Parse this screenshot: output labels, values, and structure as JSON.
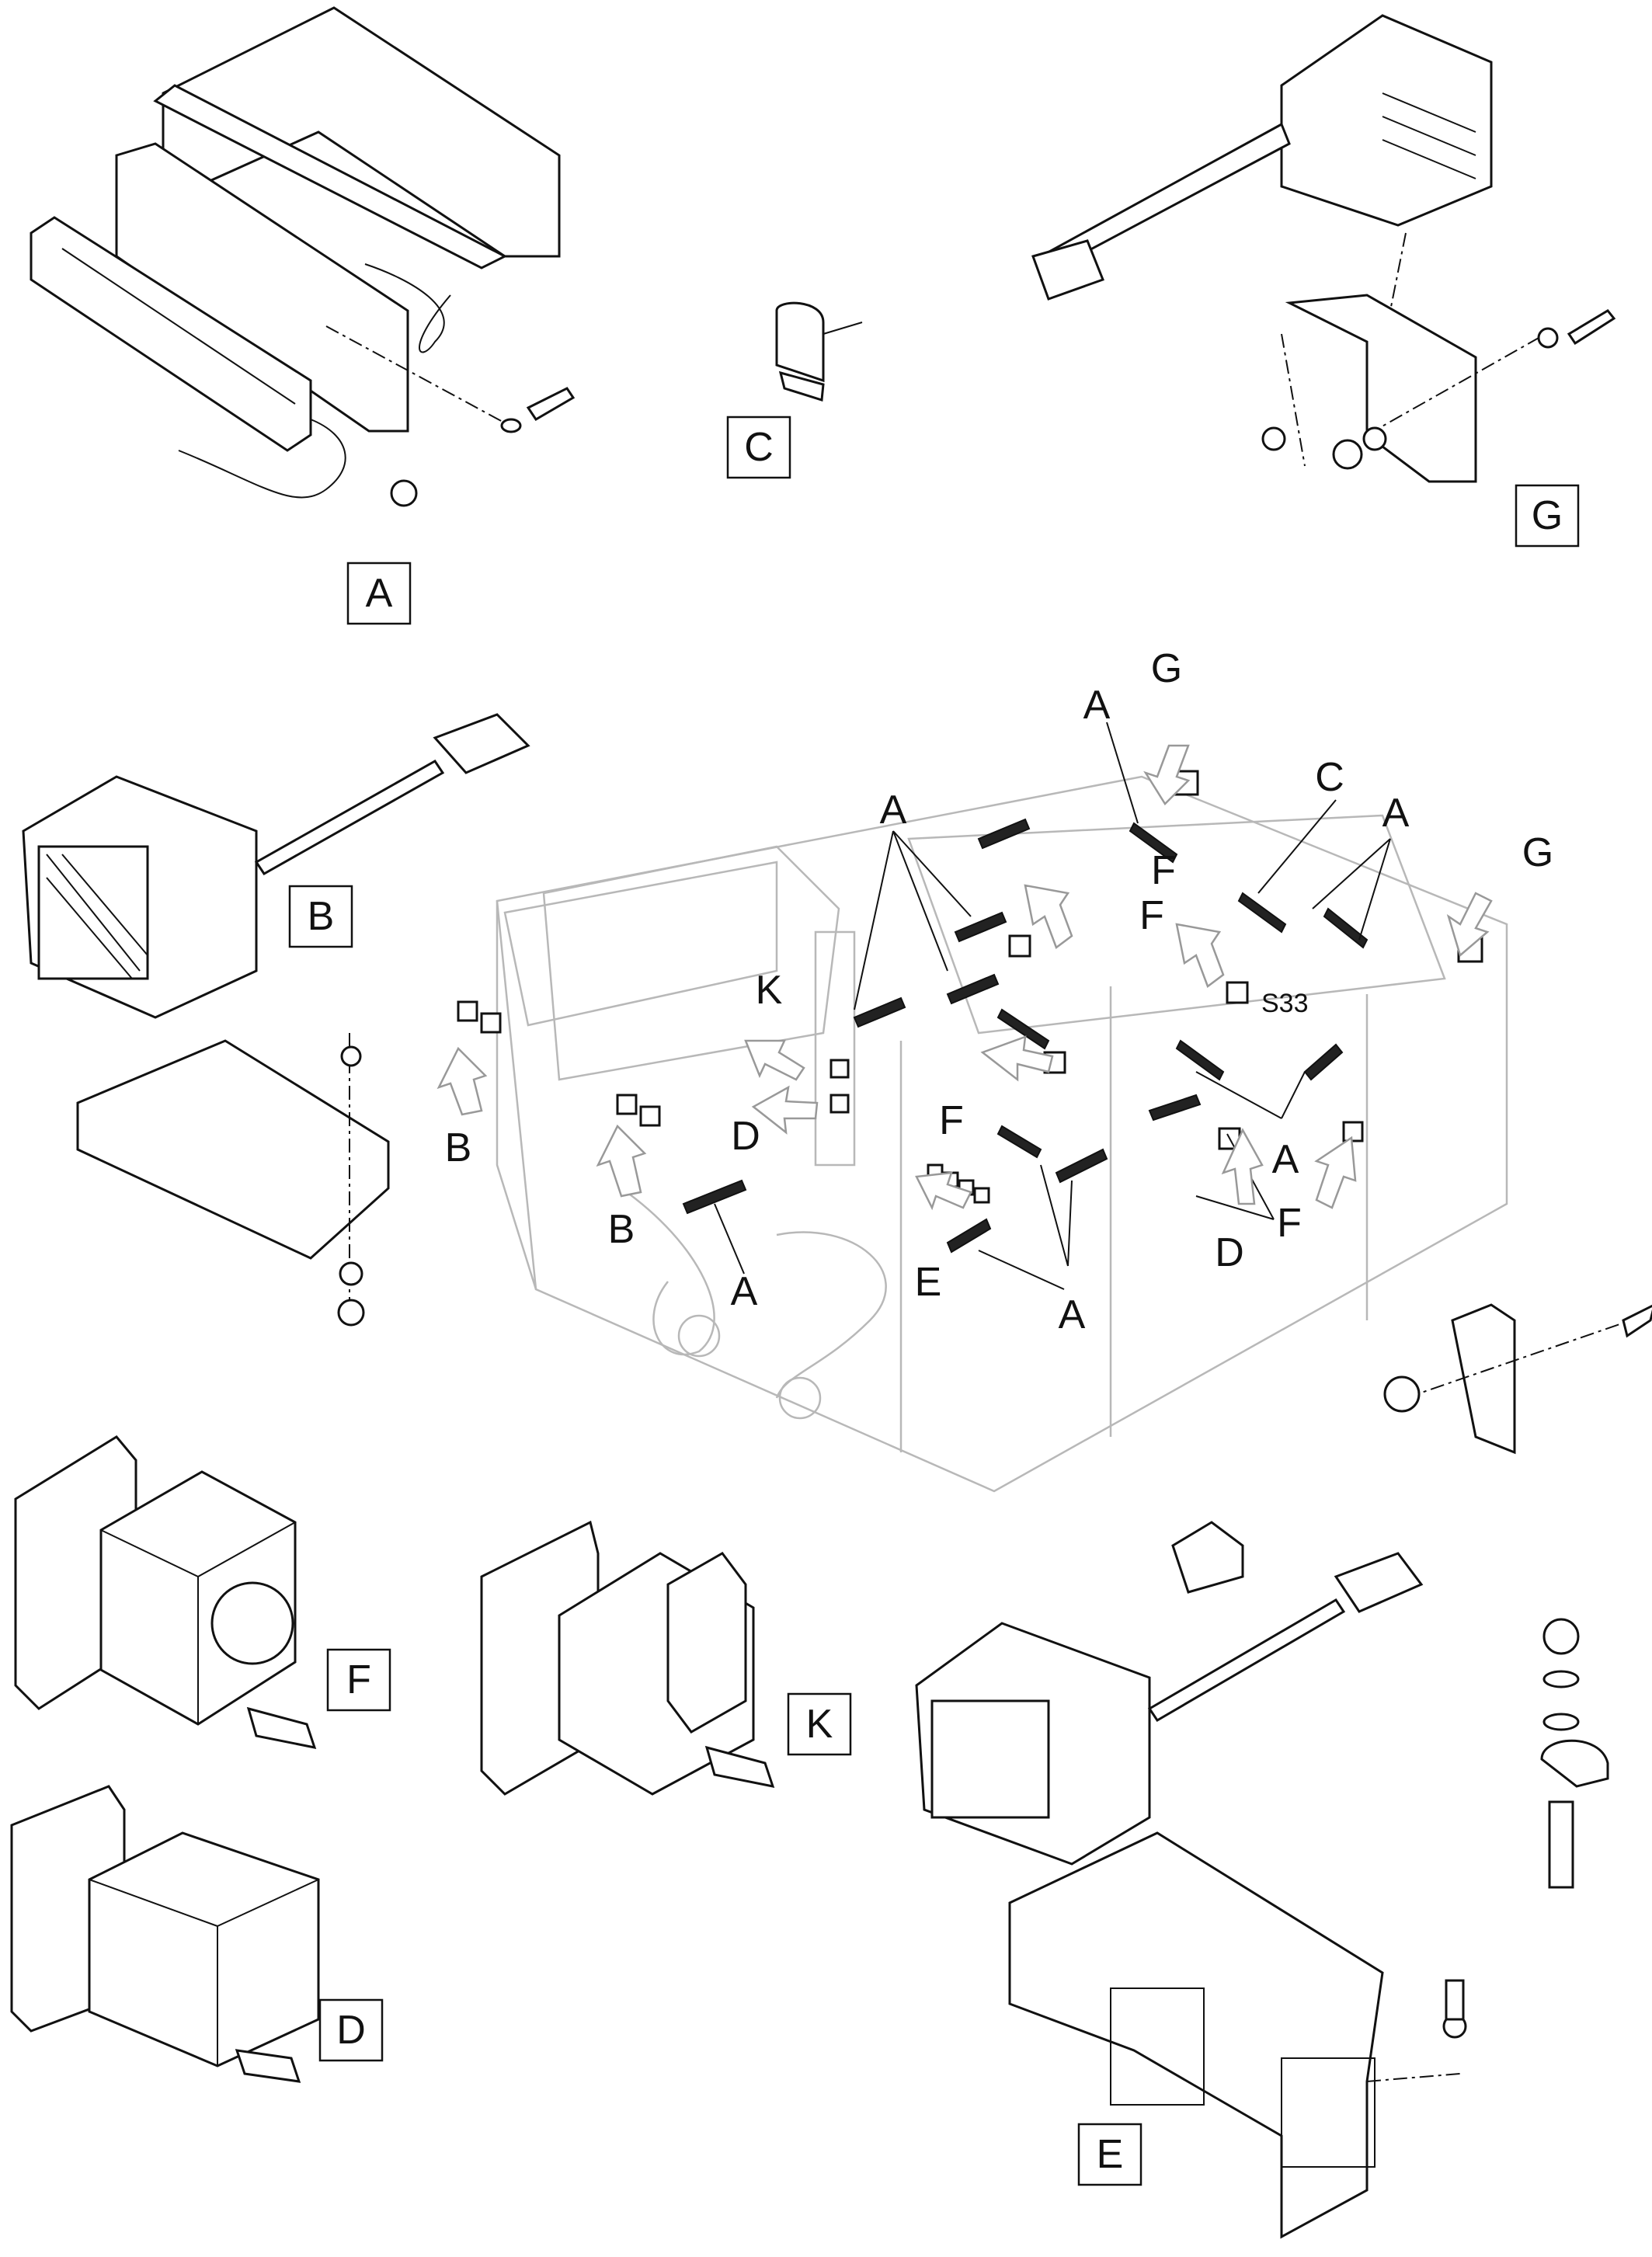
{
  "callouts": {
    "A": "A",
    "B": "B",
    "C": "C",
    "D": "D",
    "E": "E",
    "F": "F",
    "G": "G",
    "K": "K"
  },
  "part_code": "S33",
  "colors": {
    "line": "#111111",
    "ghost": "#b8b8b8",
    "arrow_fill": "#ffffff"
  }
}
